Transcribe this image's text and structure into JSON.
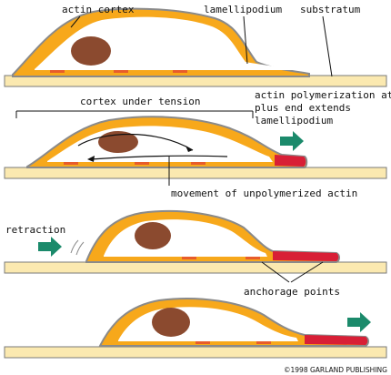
{
  "labels": {
    "actin_cortex": "actin cortex",
    "lamellipodium": "lamellipodium",
    "substratum": "substratum",
    "cortex_under_tension": "cortex under tension",
    "actin_poly_line1": "actin polymerization at",
    "actin_poly_line2": "plus end extends",
    "actin_poly_line3": "lamellipodium",
    "movement": "movement of unpolymerized actin",
    "retraction": "retraction",
    "anchorage": "anchorage points",
    "copyright": "©1998 GARLAND PUBLISHING"
  },
  "colors": {
    "cortex": "#f7a81b",
    "cytoplasm": "#ffffff",
    "outline": "#8a8a8a",
    "nucleus": "#8b4a2f",
    "polymerizing_actin": "#d81f36",
    "substratum": "#fbe9b0",
    "arrow": "#1b8a6b"
  },
  "icons": {
    "direction_arrow": "teal-block-arrow",
    "retraction_arrow": "teal-block-arrow"
  }
}
